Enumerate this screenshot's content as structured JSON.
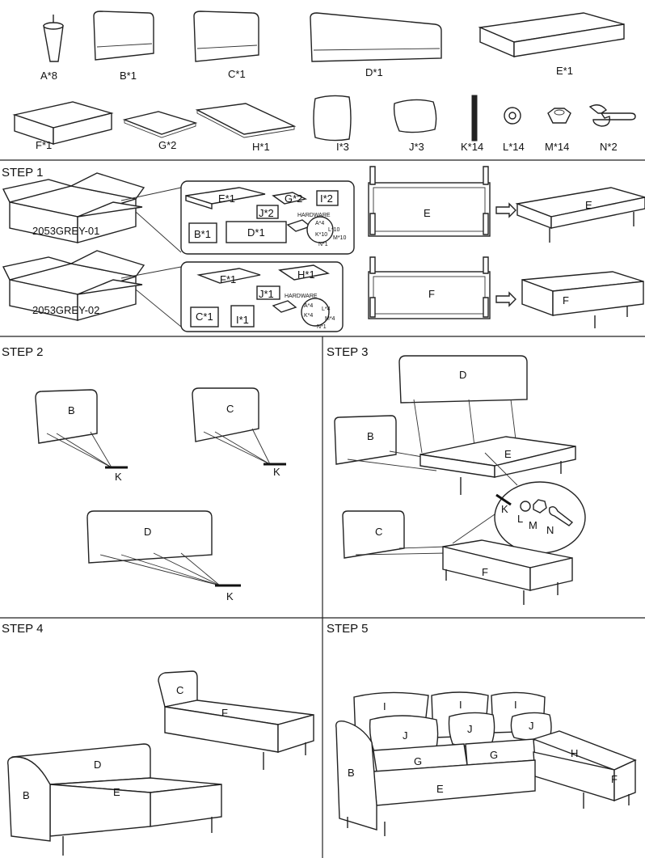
{
  "parts": {
    "A": "A*8",
    "B": "B*1",
    "C": "C*1",
    "D": "D*1",
    "E": "E*1",
    "F": "F*1",
    "G": "G*2",
    "H": "H*1",
    "I": "I*3",
    "J": "J*3",
    "K": "K*14",
    "L": "L*14",
    "M": "M*14",
    "N": "N*2"
  },
  "steps": {
    "s1": "STEP 1",
    "s2": "STEP 2",
    "s3": "STEP 3",
    "s4": "STEP 4",
    "s5": "STEP 5"
  },
  "box1": {
    "code": "2053GREY-01",
    "e": "E*1",
    "g": "G*2",
    "i": "I*2",
    "j": "J*2",
    "b": "B*1",
    "d": "D*1",
    "hardware": "HARDWARE",
    "hw_a": "A*4",
    "hw_l": "L*10",
    "hw_k": "K*10",
    "hw_m": "M*10",
    "hw_n": "N*1"
  },
  "box2": {
    "code": "2053GREY-02",
    "f": "F*1",
    "h": "H*1",
    "j": "J*1",
    "c": "C*1",
    "i": "I*1",
    "hardware": "HARDWARE",
    "hw_a": "A*4",
    "hw_l": "L*4",
    "hw_k": "K*4",
    "hw_m": "M*4",
    "hw_n": "N*1"
  },
  "letters": {
    "A": "A",
    "B": "B",
    "C": "C",
    "D": "D",
    "E": "E",
    "F": "F",
    "G": "G",
    "H": "H",
    "I": "I",
    "J": "J",
    "K": "K",
    "L": "L",
    "M": "M",
    "N": "N"
  }
}
